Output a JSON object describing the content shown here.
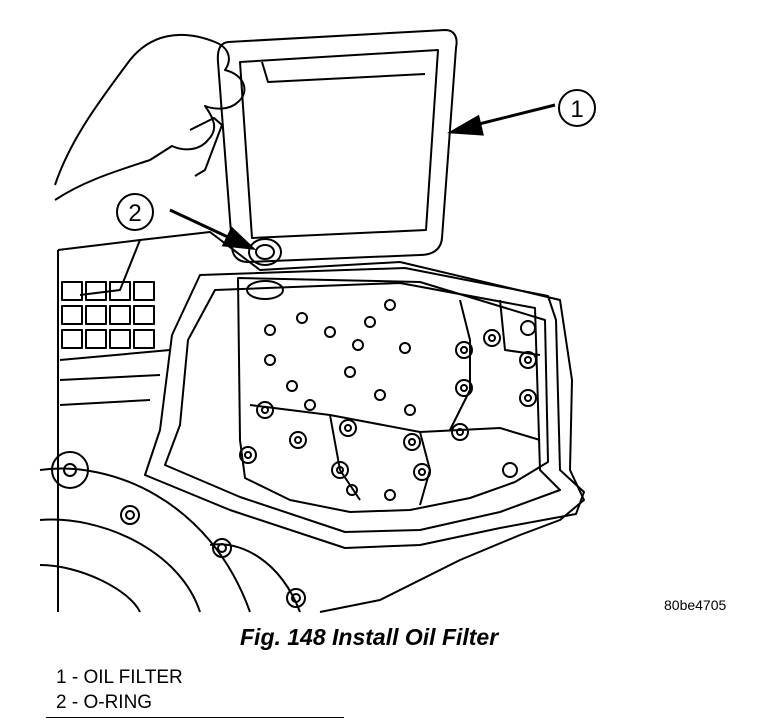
{
  "figure": {
    "image_code": "80be4705",
    "caption": "Fig. 148 Install Oil Filter",
    "callouts": [
      "1",
      "2"
    ]
  },
  "legend": [
    {
      "number": "1",
      "text": "OIL FILTER"
    },
    {
      "number": "2",
      "text": "O-RING"
    }
  ]
}
